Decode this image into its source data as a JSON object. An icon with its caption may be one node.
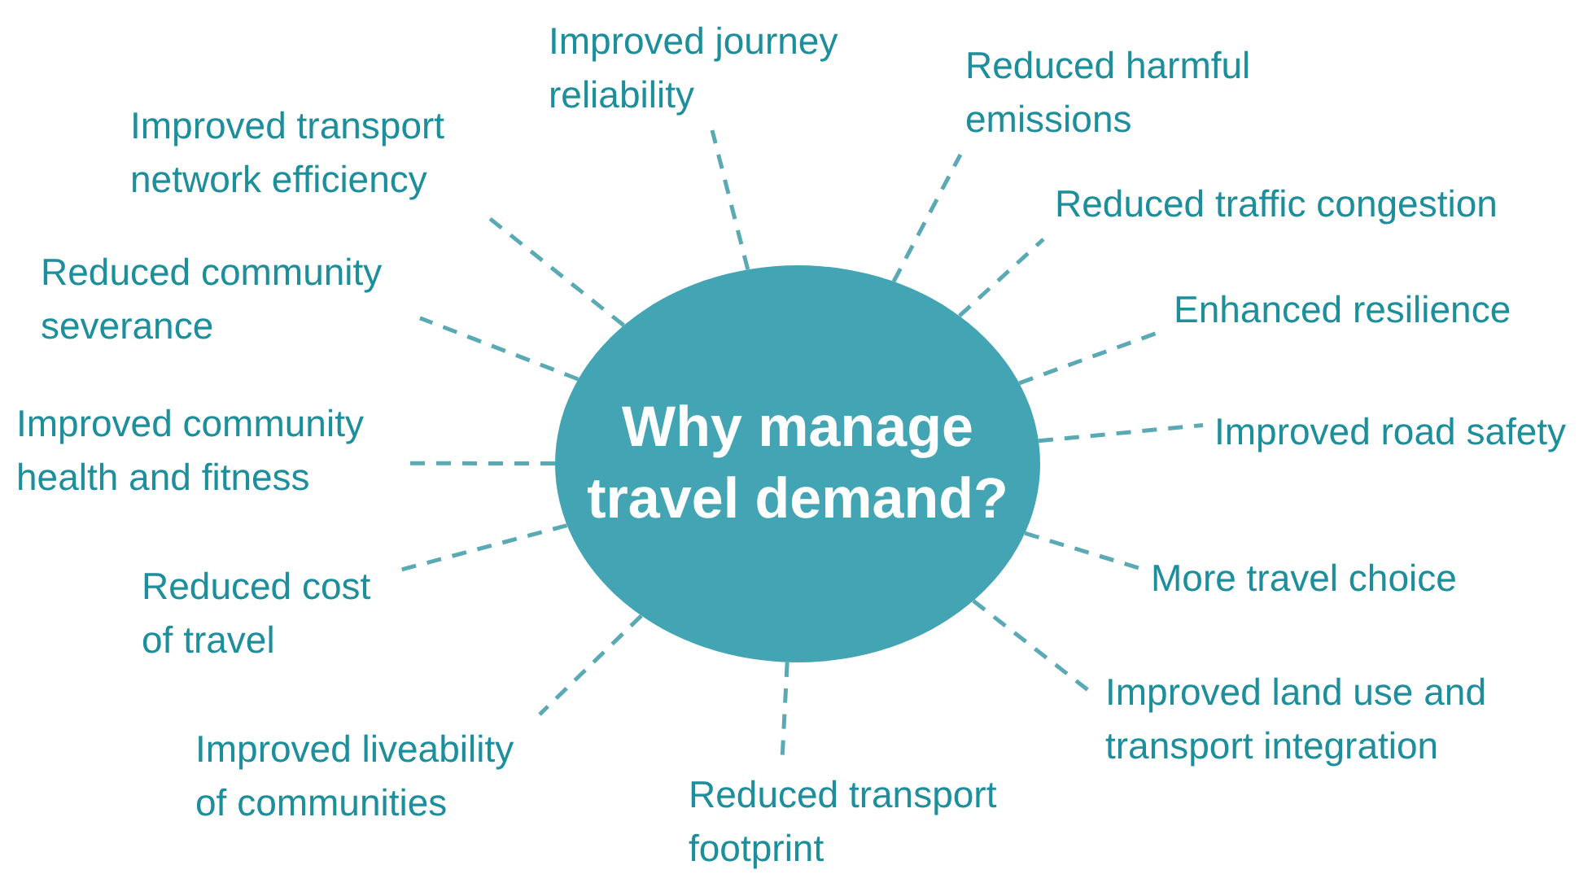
{
  "diagram": {
    "nodes": [
      {
        "text": [
          "Why manage travel demand?"
        ]
      },
      {
        "text": [
          "Improved journey reliability"
        ]
      },
      {
        "text": [
          "Reduced harmful emissions"
        ]
      },
      {
        "text": [
          "Improved transport network efficiency"
        ]
      },
      {
        "text": [
          "Reduced traffic congestion"
        ]
      },
      {
        "text": [
          "Reduced community severance"
        ]
      },
      {
        "text": [
          "Enhanced resilience"
        ]
      },
      {
        "text": [
          "Improved community health and fitness"
        ]
      },
      {
        "text": [
          "Improved road safety"
        ]
      },
      {
        "text": [
          "Reduced cost of travel"
        ]
      },
      {
        "text": [
          "More travel choice"
        ]
      },
      {
        "text": [
          "Improved land use and transport integration"
        ]
      },
      {
        "text": [
          "Improved liveability of communities"
        ]
      },
      {
        "text": [
          "Reduced transport footprint"
        ]
      }
    ],
    "edges": [
      {
        "from": 0,
        "to": 1,
        "arrow": "none",
        "style": "dashed"
      },
      {
        "from": 0,
        "to": 2,
        "arrow": "none",
        "style": "dashed"
      },
      {
        "from": 0,
        "to": 3,
        "arrow": "none",
        "style": "dashed"
      },
      {
        "from": 0,
        "to": 4,
        "arrow": "none",
        "style": "dashed"
      },
      {
        "from": 0,
        "to": 5,
        "arrow": "none",
        "style": "dashed"
      },
      {
        "from": 0,
        "to": 6,
        "arrow": "none",
        "style": "dashed"
      },
      {
        "from": 0,
        "to": 7,
        "arrow": "none",
        "style": "dashed"
      },
      {
        "from": 0,
        "to": 8,
        "arrow": "none",
        "style": "dashed"
      },
      {
        "from": 0,
        "to": 9,
        "arrow": "none",
        "style": "dashed"
      },
      {
        "from": 0,
        "to": 10,
        "arrow": "none",
        "style": "dashed"
      },
      {
        "from": 0,
        "to": 11,
        "arrow": "none",
        "style": "dashed"
      },
      {
        "from": 0,
        "to": 12,
        "arrow": "none",
        "style": "dashed"
      },
      {
        "from": 0,
        "to": 13,
        "arrow": "none",
        "style": "dashed"
      }
    ]
  }
}
